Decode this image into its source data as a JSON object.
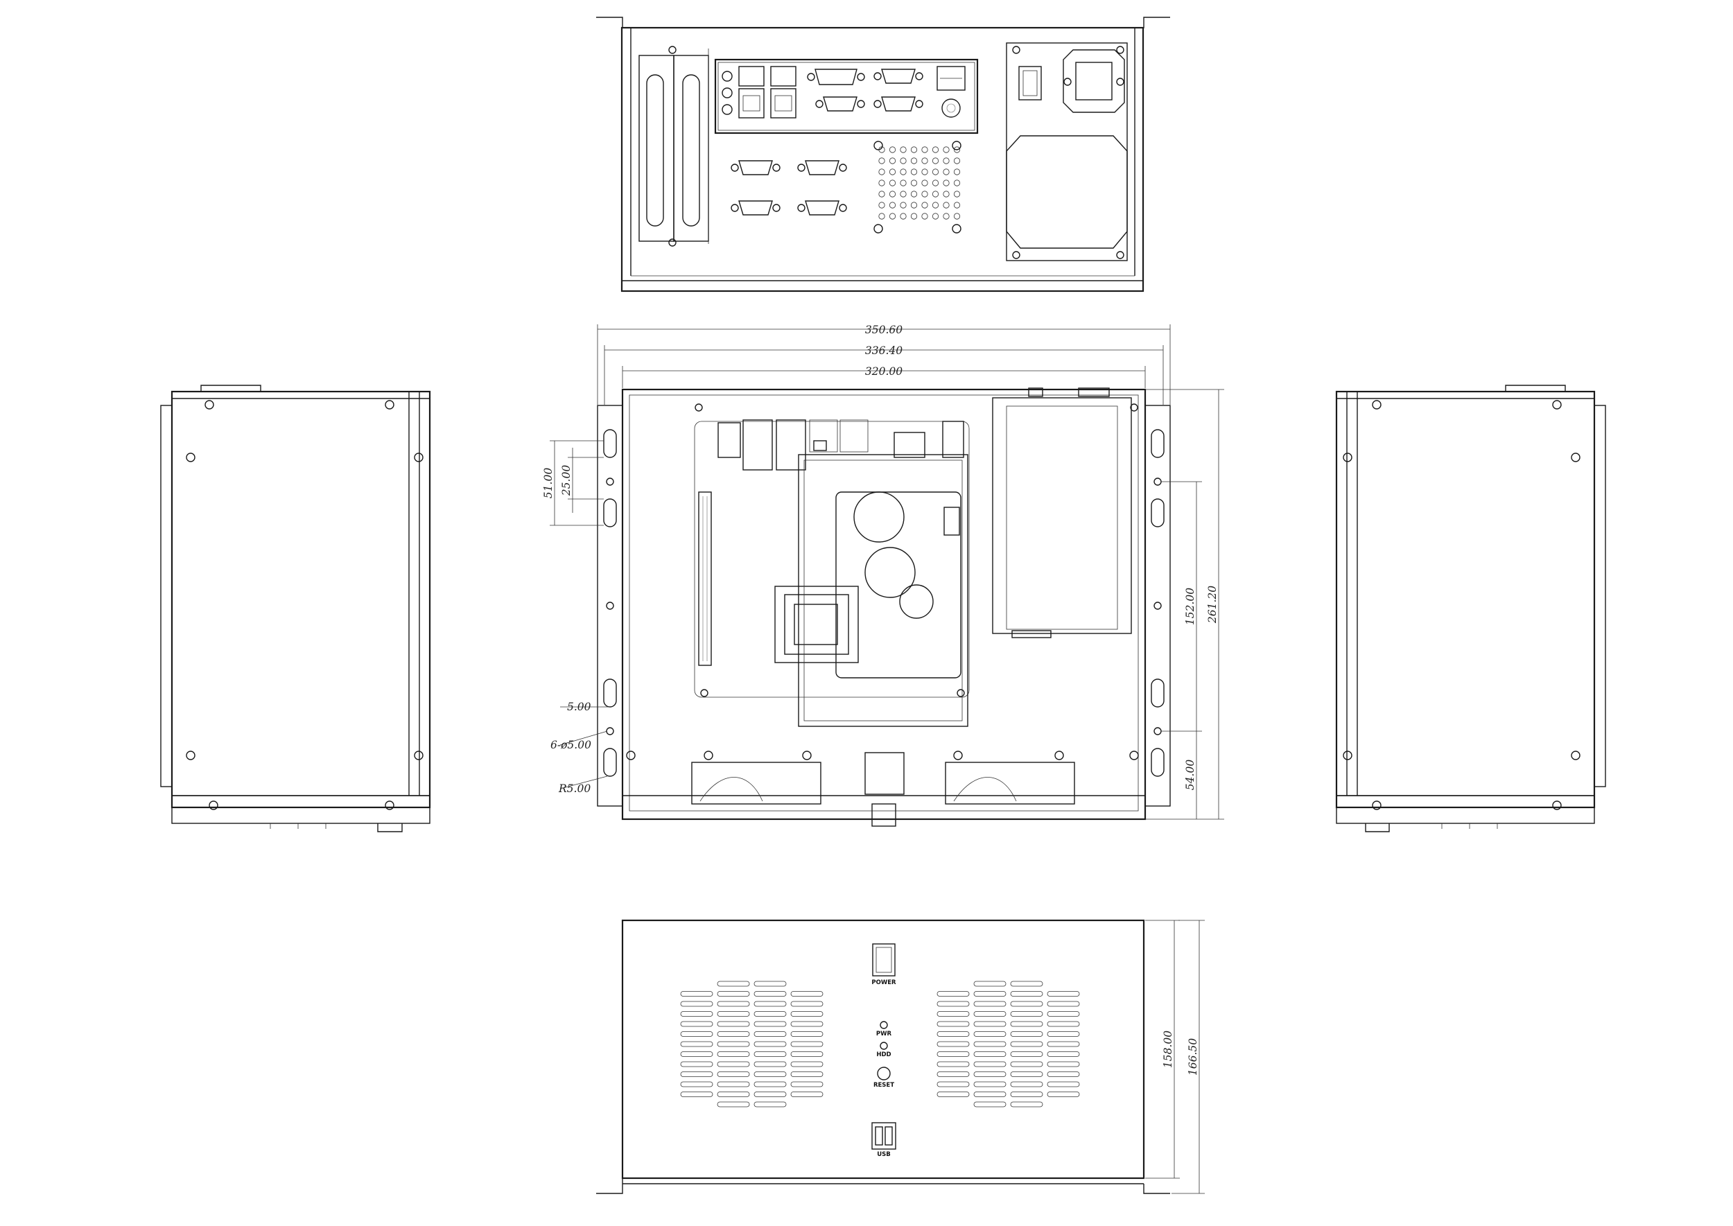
{
  "dimensions": {
    "width_outer": "350.60",
    "width_mid": "336.40",
    "width_inner": "320.00",
    "slot_pitch": "51.00",
    "slot_length": "25.00",
    "edge_offset": "5.00",
    "hole_spec": "6-ø5.00",
    "corner_radius": "R5.00",
    "hole_spacing": "152.00",
    "bottom_offset": "54.00",
    "height_total": "261.20",
    "front_height_inner": "158.00",
    "front_height_outer": "166.50"
  },
  "front_panel": {
    "power_label": "POWER",
    "pwr_led_label": "PWR",
    "hdd_led_label": "HDD",
    "reset_label": "RESET",
    "usb_label": "USB"
  }
}
